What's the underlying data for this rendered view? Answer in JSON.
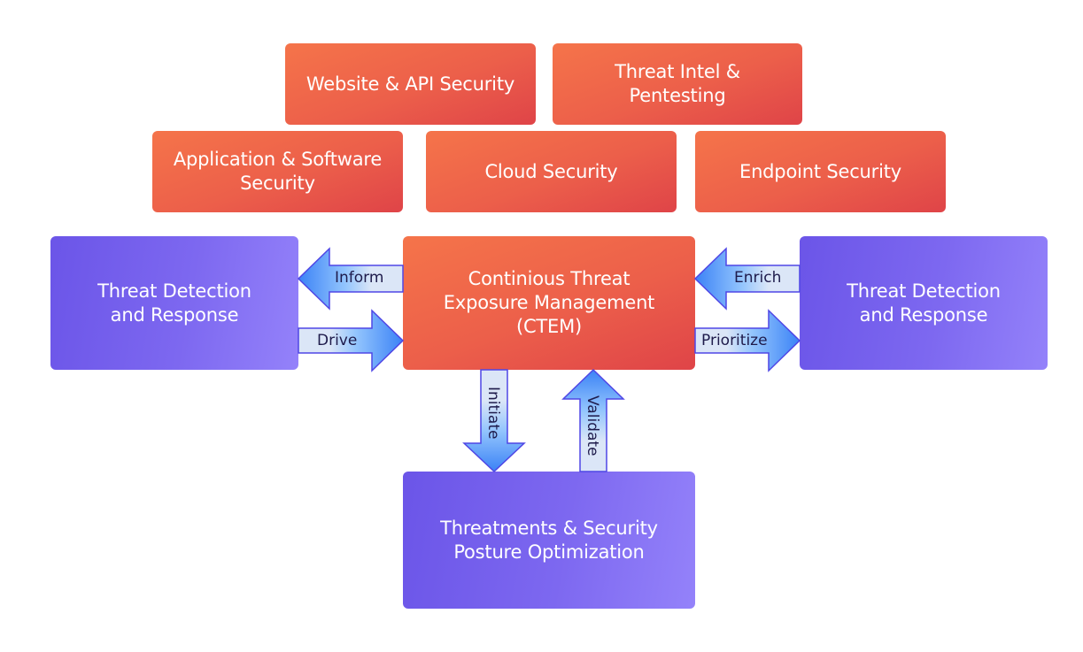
{
  "colors": {
    "orange_start": "#f5744a",
    "orange_end": "#df4448",
    "purple_start": "#6b55e8",
    "purple_end": "#9482fa",
    "arrow_fill_light": "#dbe6f7",
    "arrow_fill_head": "#3b82f6",
    "arrow_stroke": "#4f46e5"
  },
  "top_boxes": [
    {
      "label": "Website & API Security"
    },
    {
      "label_line1": "Threat Intel &",
      "label_line2": "Pentesting"
    },
    {
      "label_line1": "Application & Software",
      "label_line2": "Security"
    },
    {
      "label": "Cloud Security"
    },
    {
      "label": "Endpoint Security"
    }
  ],
  "center": {
    "line1": "Continious Threat",
    "line2": "Exposure Management",
    "line3": "(CTEM)"
  },
  "left_box": {
    "line1": "Threat Detection",
    "line2": "and Response"
  },
  "right_box": {
    "line1": "Threat Detection",
    "line2": "and Response"
  },
  "bottom_box": {
    "line1": "Threatments & Security",
    "line2": "Posture Optimization"
  },
  "arrows": {
    "inform": "Inform",
    "drive": "Drive",
    "enrich": "Enrich",
    "prioritize": "Prioritize",
    "initiate": "Initiate",
    "validate": "Validate"
  }
}
